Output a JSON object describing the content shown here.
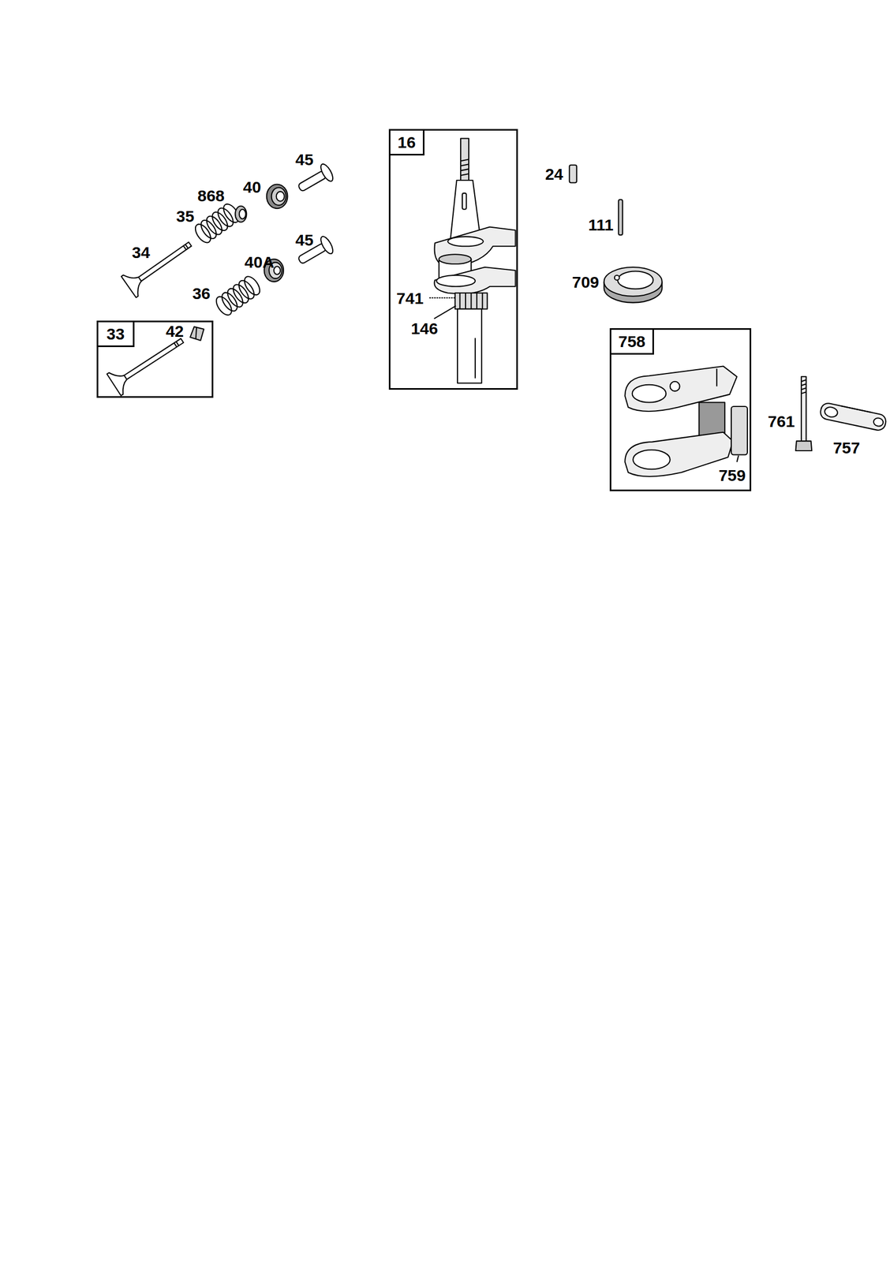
{
  "diagram": {
    "nodes": [
      {
        "text": [
          "16",
          "741",
          "146"
        ]
      },
      {
        "text": [
          "33",
          "42"
        ]
      },
      {
        "text": [
          "758",
          "759"
        ]
      }
    ],
    "labels": [
      "45",
      "868",
      "40",
      "35",
      "34",
      "45",
      "40A",
      "36",
      "24",
      "111",
      "709",
      "761",
      "757"
    ]
  }
}
